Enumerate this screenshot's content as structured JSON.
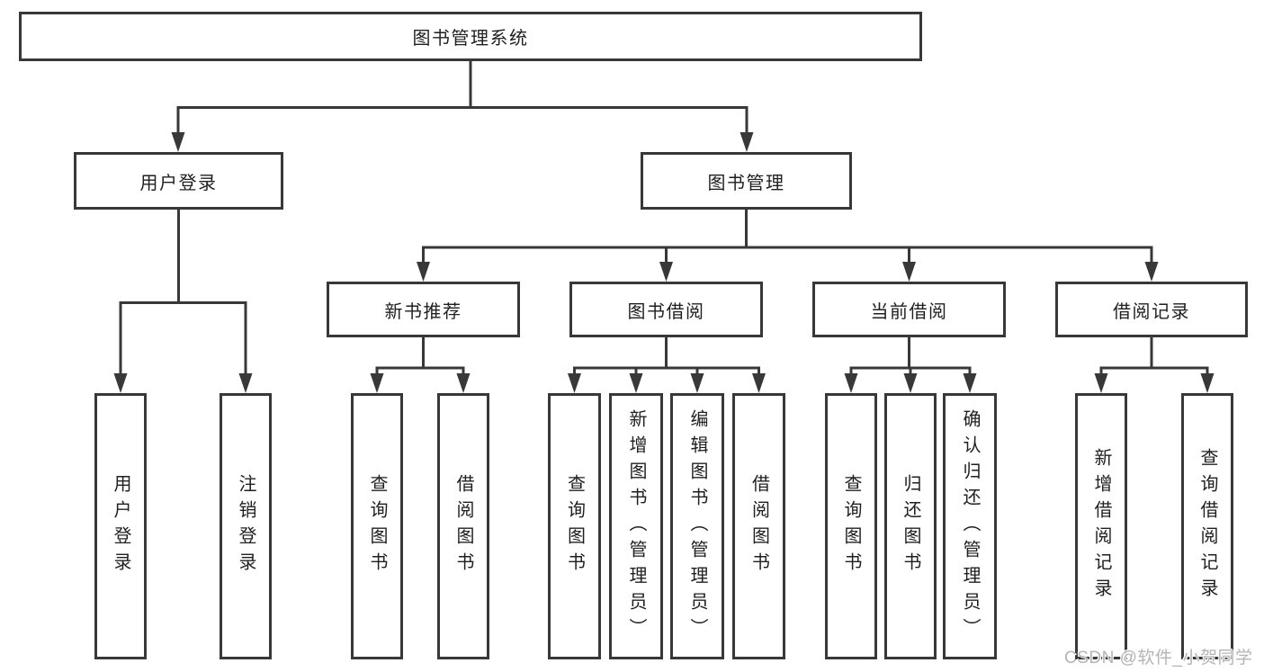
{
  "tree": {
    "root": "图书管理系统",
    "login_branch": {
      "label": "用户登录",
      "leaves": [
        "用户登录",
        "注销登录"
      ]
    },
    "mgmt_branch": {
      "label": "图书管理",
      "sections": [
        {
          "label": "新书推荐",
          "leaves": [
            "查询图书",
            "借阅图书"
          ]
        },
        {
          "label": "图书借阅",
          "leaves": [
            "查询图书",
            "新增图书（管理员）",
            "编辑图书（管理员）",
            "借阅图书"
          ]
        },
        {
          "label": "当前借阅",
          "leaves": [
            "查询图书",
            "归还图书",
            "确认归还（管理员）"
          ]
        },
        {
          "label": "借阅记录",
          "leaves": [
            "新增借阅记录",
            "查询借阅记录"
          ]
        }
      ]
    }
  },
  "watermark": "CSDN @软件_小贺同学",
  "colors": {
    "line": "#383838",
    "text": "#1f1f1f",
    "box-bg": "#ffffff",
    "watermark": "#b4b4b4",
    "background": "#ffffff"
  }
}
